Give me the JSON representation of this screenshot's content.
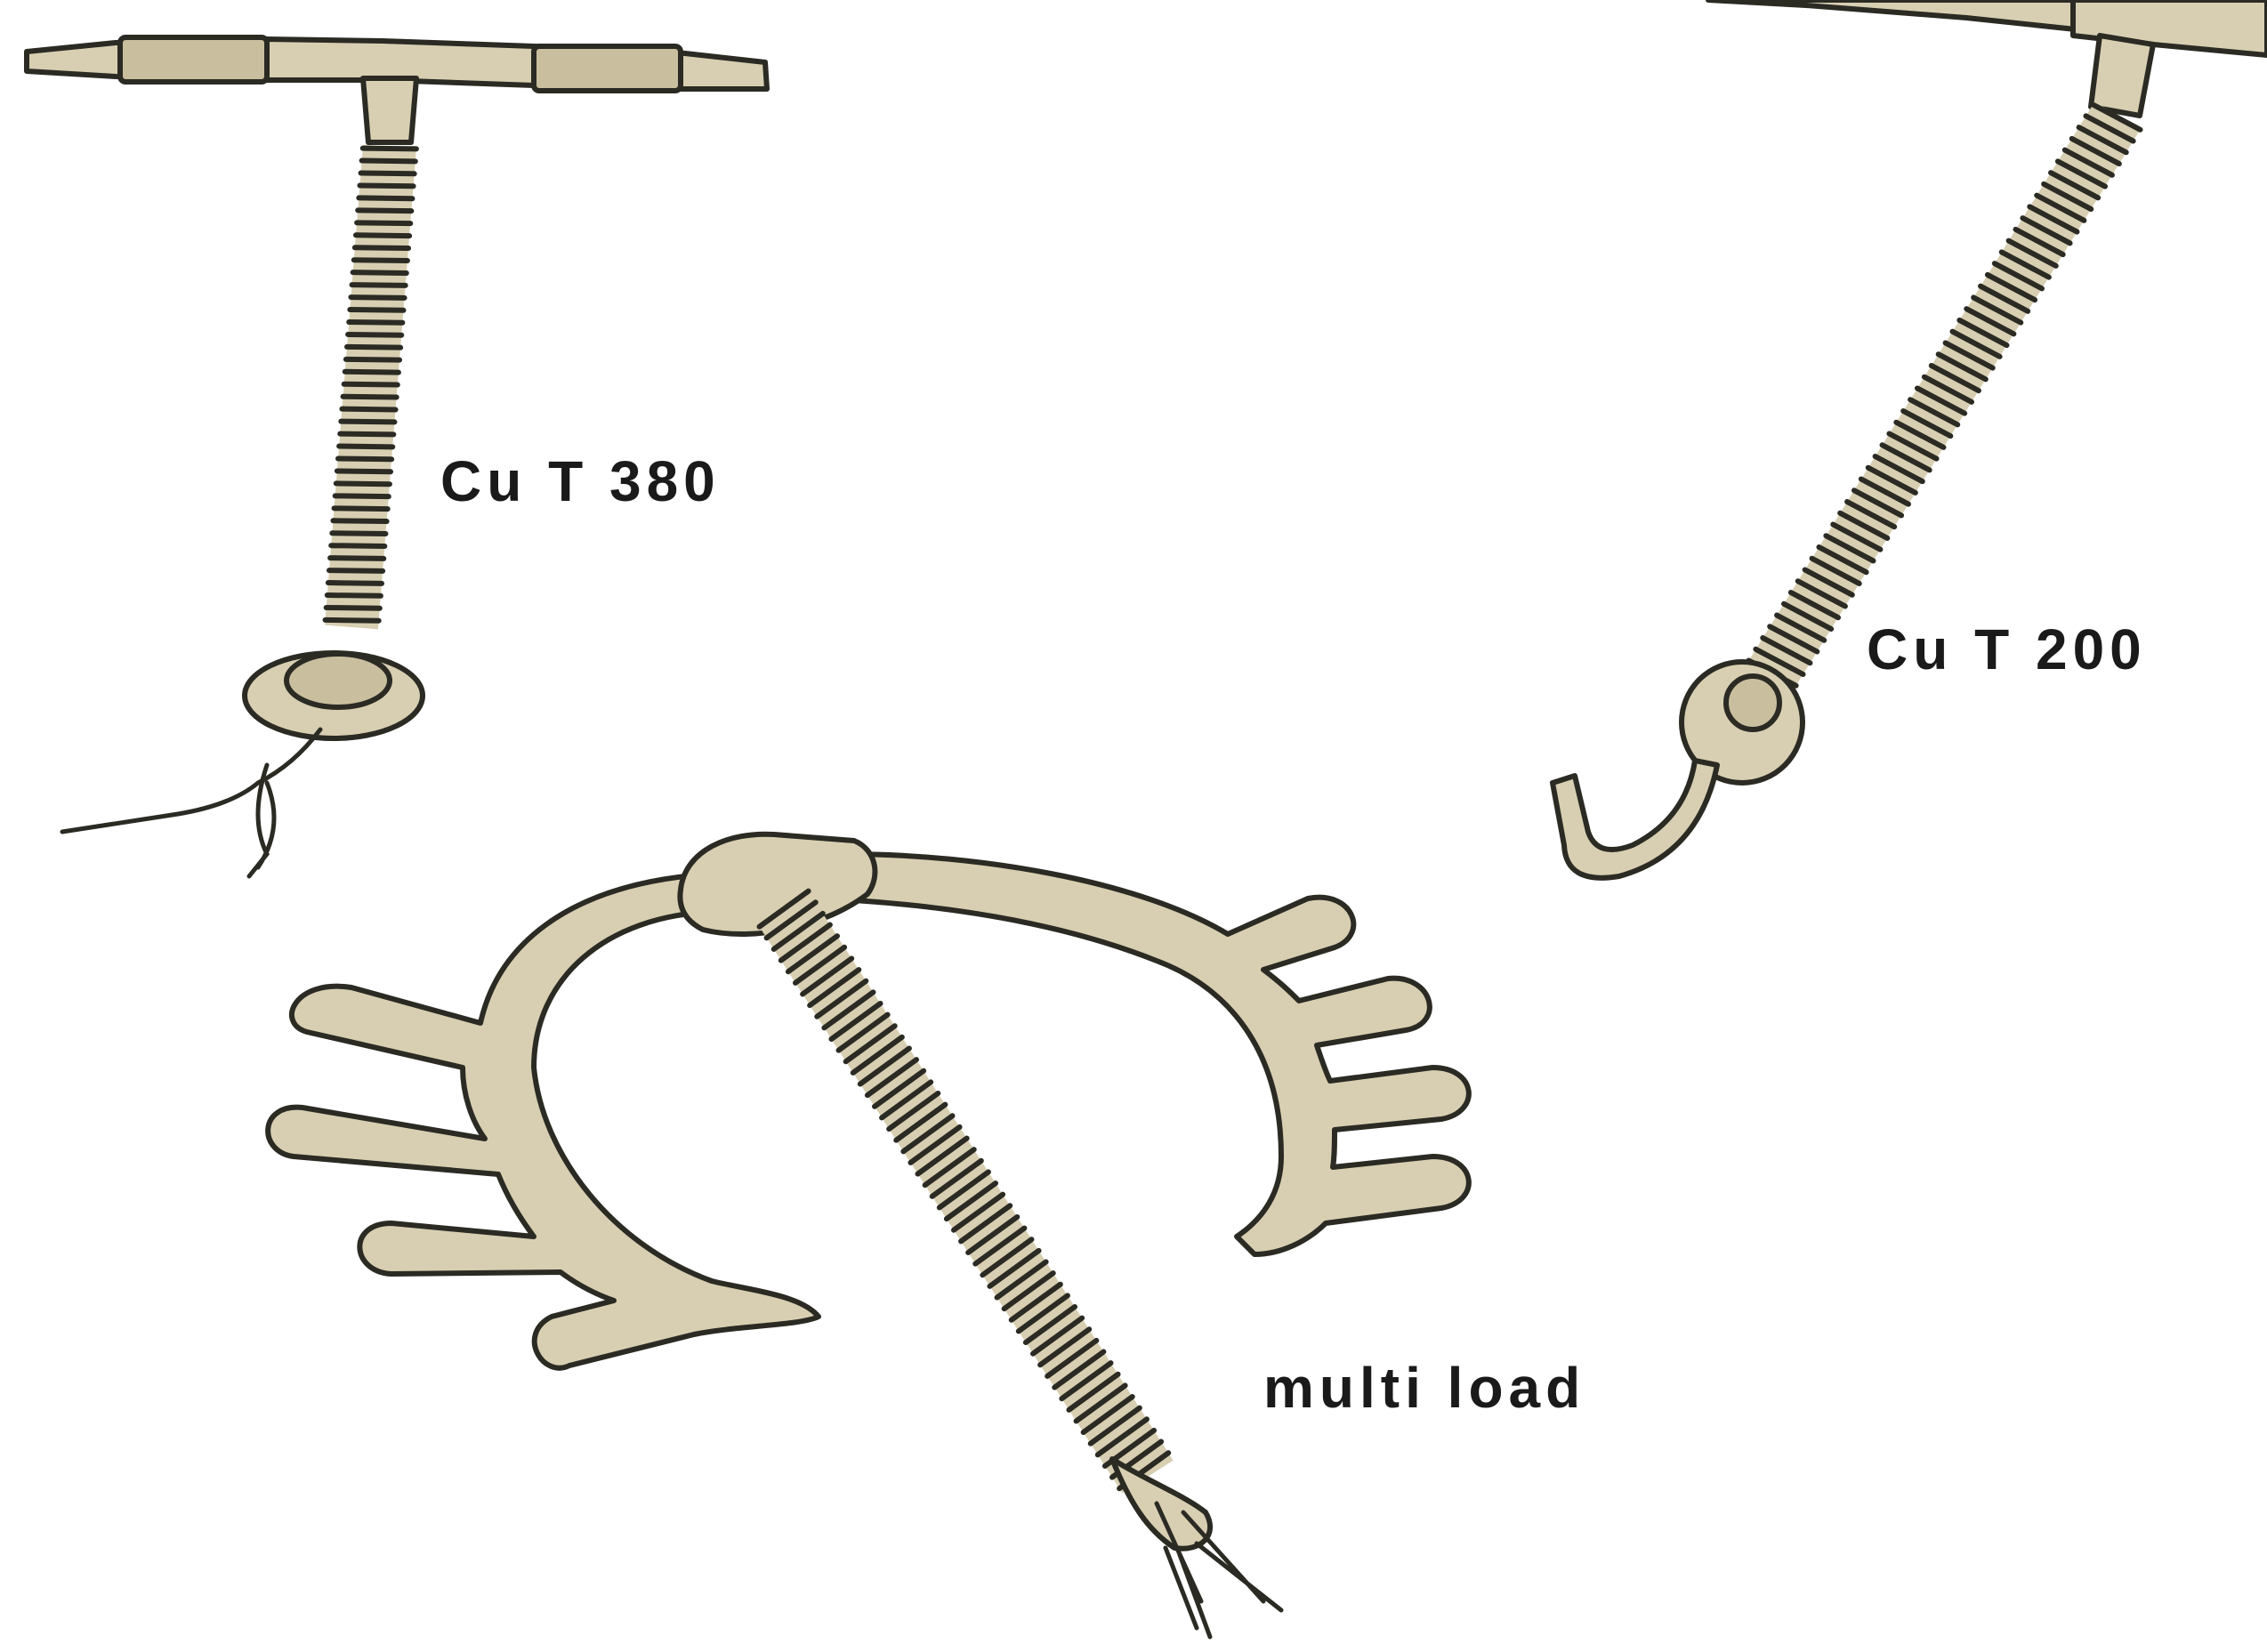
{
  "devices": [
    {
      "id": "cut380",
      "label": "Cu T 380"
    },
    {
      "id": "cut200",
      "label": "Cu T 200"
    },
    {
      "id": "multiload",
      "label": "multi load"
    }
  ],
  "colors": {
    "background": "#ffffff",
    "plastic": "#d8cfb2",
    "outline": "#2b2b24",
    "text": "#1a1a1a"
  }
}
